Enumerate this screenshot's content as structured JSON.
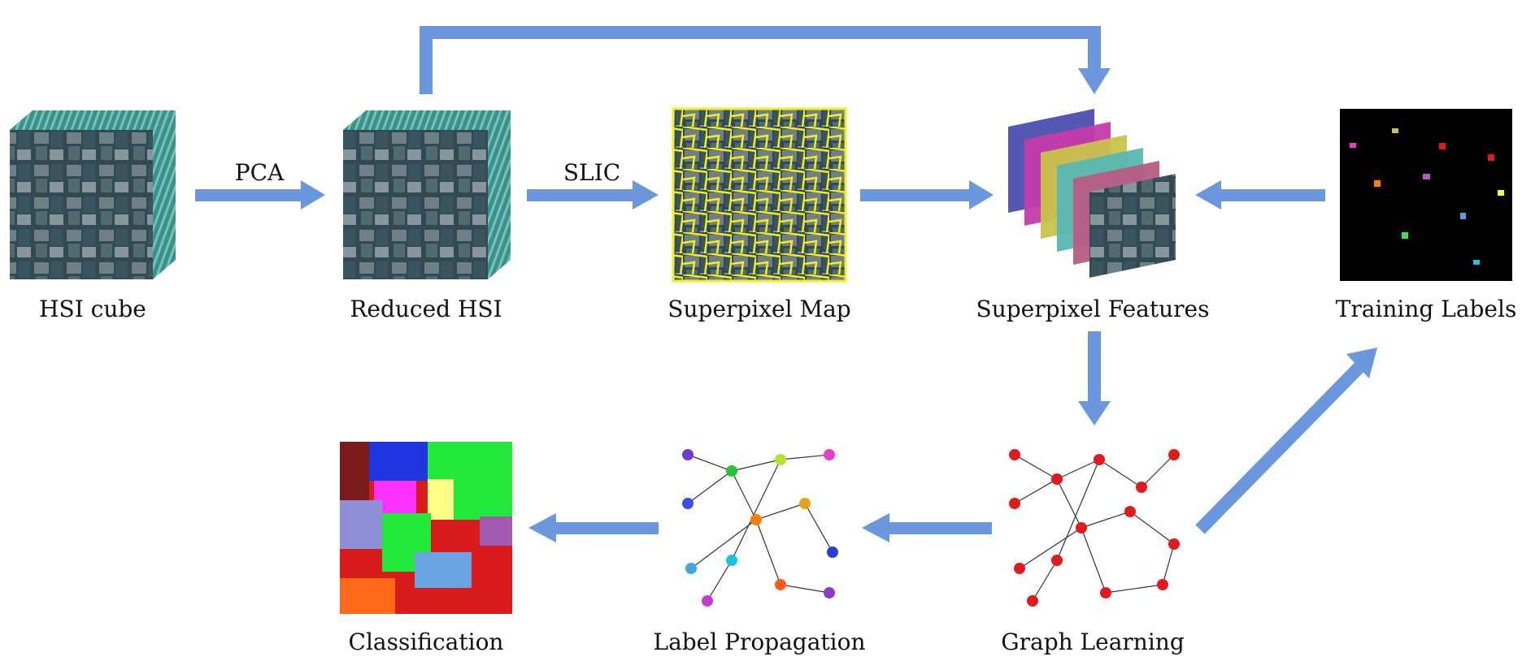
{
  "colors": {
    "arrow": "#6b97df",
    "superpixel_boundary": "#f2ee24",
    "graph_node": "#e31a1c",
    "training_background": "#000000"
  },
  "nodes": {
    "hsi_cube": "HSI cube",
    "reduced_hsi": "Reduced HSI",
    "superpixel_map": "Superpixel Map",
    "superpixel_features": "Superpixel Features",
    "training_labels": "Training Labels",
    "classification": "Classification",
    "label_propagation": "Label Propagation",
    "graph_learning": "Graph Learning"
  },
  "edges": {
    "pca": "PCA",
    "slic": "SLIC"
  },
  "icons": [
    "hsi-cube-icon",
    "reduced-hsi-cube-icon",
    "superpixel-map-icon",
    "feature-stack-icon",
    "training-labels-icon",
    "graph-icon",
    "propagation-graph-icon",
    "classification-map-icon"
  ]
}
